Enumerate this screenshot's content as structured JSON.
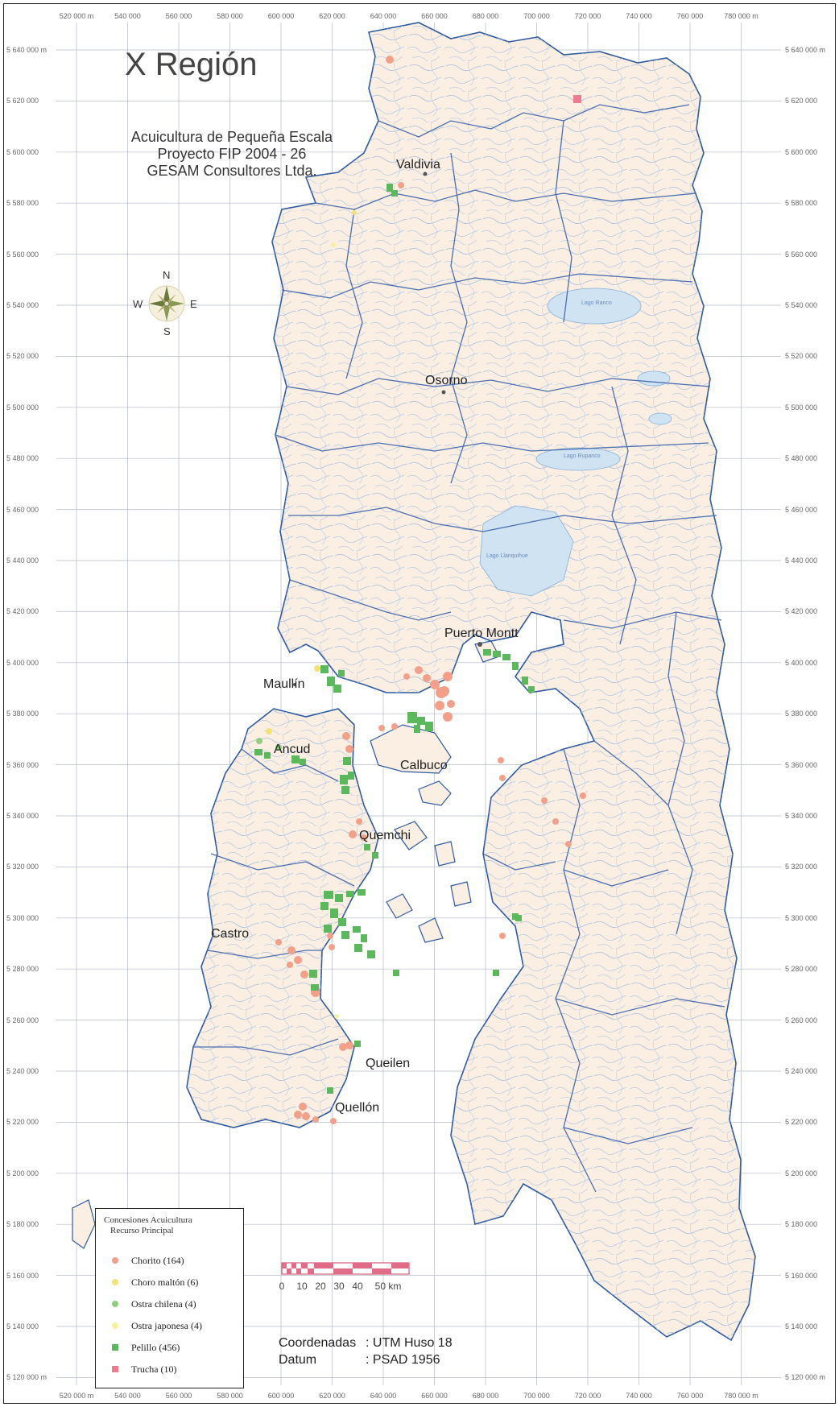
{
  "title": "X Región",
  "subtitle_lines": [
    "Acuicultura de Pequeña Escala",
    "Proyecto FIP 2004 - 26",
    "GESAM Consultores Ltda."
  ],
  "x_ticks": [
    "520 000 m",
    "540 000",
    "560 000",
    "580 000",
    "600 000",
    "620 000",
    "640 000",
    "660 000",
    "680 000",
    "700 000",
    "720 000",
    "740 000",
    "760 000",
    "780 000 m"
  ],
  "y_ticks": [
    "5 640 000 m",
    "5 620 000",
    "5 600 000",
    "5 580 000",
    "5 560 000",
    "5 540 000",
    "5 520 000",
    "5 500 000",
    "5 480 000",
    "5 460 000",
    "5 440 000",
    "5 420 000",
    "5 400 000",
    "5 380 000",
    "5 360 000",
    "5 340 000",
    "5 320 000",
    "5 300 000",
    "5 280 000",
    "5 260 000",
    "5 240 000",
    "5 220 000",
    "5 200 000",
    "5 180 000",
    "5 160 000",
    "5 140 000",
    "5 120 000 m"
  ],
  "cities": [
    {
      "name": "Valdivia"
    },
    {
      "name": "Osorno"
    },
    {
      "name": "Puerto Montt"
    },
    {
      "name": "Maullín"
    },
    {
      "name": "Ancud"
    },
    {
      "name": "Calbuco"
    },
    {
      "name": "Quemchi"
    },
    {
      "name": "Castro"
    },
    {
      "name": "Queilen"
    },
    {
      "name": "Quellón"
    }
  ],
  "compass": {
    "n": "N",
    "s": "S",
    "e": "E",
    "w": "W"
  },
  "legend": {
    "title_line1": "Concesiones Acuicultura",
    "title_line2": "Recurso Principal",
    "items": [
      {
        "label": "Chorito (164)",
        "color": "#f2a08a",
        "shape": "circle"
      },
      {
        "label": "Choro maltón (6)",
        "color": "#f3e27a",
        "shape": "circle"
      },
      {
        "label": "Ostra chilena (4)",
        "color": "#8ed07c",
        "shape": "circle"
      },
      {
        "label": "Ostra japonesa (4)",
        "color": "#f6f0a0",
        "shape": "circle"
      },
      {
        "label": "Pelillo (456)",
        "color": "#5cb85c",
        "shape": "square"
      },
      {
        "label": "Trucha (10)",
        "color": "#ee7b8f",
        "shape": "square"
      }
    ]
  },
  "scale": {
    "labels": [
      "0",
      "10",
      "20",
      "30",
      "40",
      "50 km"
    ]
  },
  "coordinates": {
    "line1_label": "Coordenadas",
    "line1_value": ": UTM Huso 18",
    "line2_label": "Datum",
    "line2_value": ": PSAD 1956"
  },
  "lakes": [
    {
      "name": "Lago Ranco"
    },
    {
      "name": "Lago Rupanco"
    },
    {
      "name": "Lago Llanquihue"
    }
  ],
  "colors": {
    "land": "#fbeee3",
    "water": "#cfe3f3",
    "rivers": "#9fb7d8",
    "grid": "#a6aebb",
    "coast": "#2e5a9e",
    "boundary": "#4a6fb0"
  }
}
